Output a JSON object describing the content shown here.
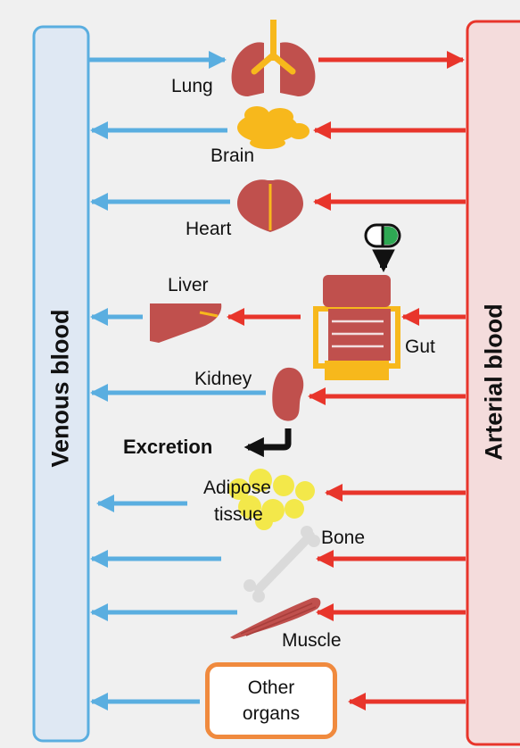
{
  "bars": {
    "venous": "Venous blood",
    "arterial": "Arterial blood"
  },
  "organs": {
    "lung": "Lung",
    "brain": "Brain",
    "heart": "Heart",
    "liver": "Liver",
    "gut": "Gut",
    "kidney": "Kidney",
    "adipose_line1": "Adipose",
    "adipose_line2": "tissue",
    "bone": "Bone",
    "muscle": "Muscle",
    "other_line1": "Other",
    "other_line2": "organs"
  },
  "excretion": "Excretion",
  "colors": {
    "venous_arrow": "#5aaee0",
    "arterial_arrow": "#e8352b",
    "organ_red": "#c0504d",
    "organ_yellow": "#f7b81c",
    "venous_bar_fill": "#dfe8f3",
    "arterial_bar_fill": "#f4dcdc",
    "other_box_border": "#f08a3e"
  },
  "icons": {
    "drug": "capsule-icon",
    "excretion": "bent-arrow-icon"
  }
}
